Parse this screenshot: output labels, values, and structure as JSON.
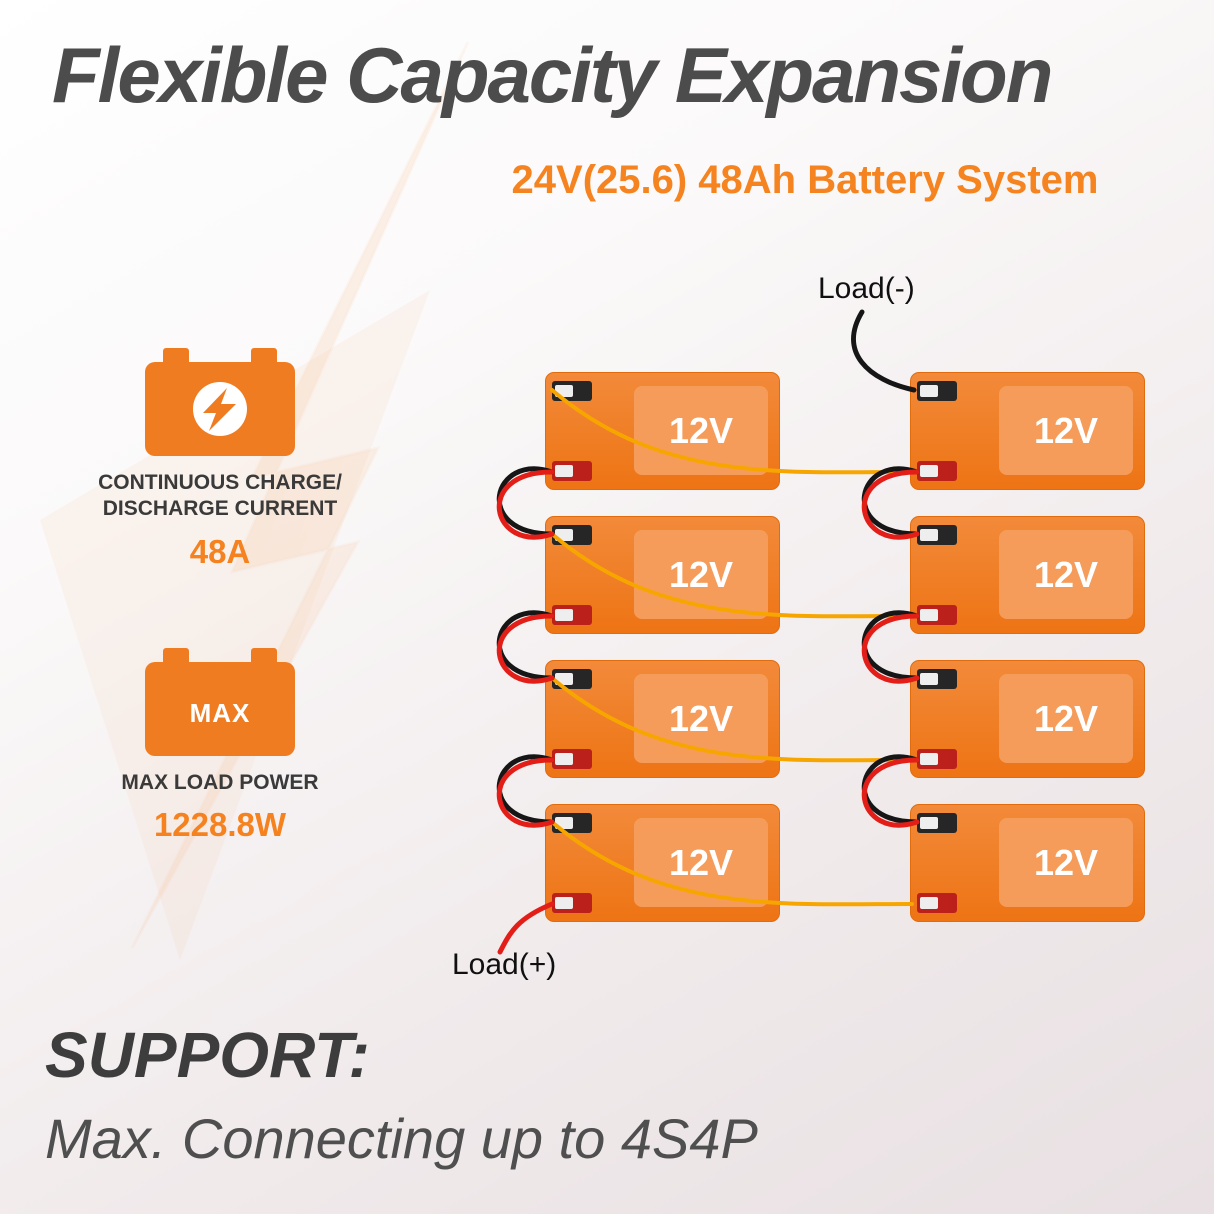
{
  "title": "Flexible Capacity Expansion",
  "subtitle": "24V(25.6) 48Ah Battery System",
  "spec_charge": {
    "line1": "CONTINUOUS CHARGE/",
    "line2": "DISCHARGE CURRENT",
    "value": "48A"
  },
  "spec_power": {
    "badge": "MAX",
    "label": "MAX LOAD POWER",
    "value": "1228.8W"
  },
  "diagram": {
    "load_negative_label": "Load(-)",
    "load_positive_label": "Load(+)",
    "topology": "4S4P",
    "batteries": [
      {
        "label": "12V"
      },
      {
        "label": "12V"
      },
      {
        "label": "12V"
      },
      {
        "label": "12V"
      },
      {
        "label": "12V"
      },
      {
        "label": "12V"
      },
      {
        "label": "12V"
      },
      {
        "label": "12V"
      }
    ]
  },
  "support": {
    "heading": "SUPPORT:",
    "subtext": "Max. Connecting up to 4S4P"
  },
  "colors": {
    "accent_orange": "#F5821F",
    "battery_body": "#EE7414",
    "battery_panel": "#F59C5B",
    "title_gray": "#4C4C4C",
    "wire_black": "#161616",
    "wire_red": "#E31E18",
    "wire_yellow": "#F7A600"
  }
}
